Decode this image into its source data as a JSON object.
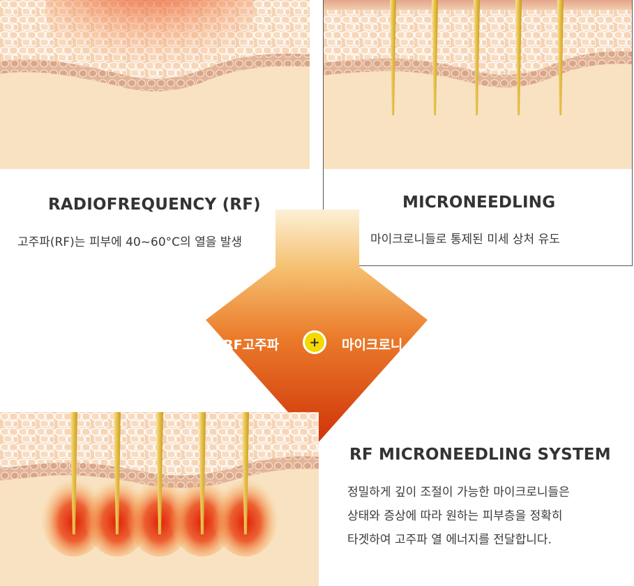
{
  "panels": {
    "rf": {
      "title": "RADIOFREQUENCY (RF)",
      "description": "고주파(RF)는 피부에 40~60°C의 열을 발생"
    },
    "microneedling": {
      "title": "MICRONEEDLING",
      "description": "마이크로니들로 통제된 미세 상처 유도"
    },
    "combined": {
      "title": "RF MICRONEEDLING SYSTEM",
      "lines": [
        "정밀하게 깊이 조절이 가능한 마이크로니들은",
        "상태와 증상에 따라 원하는 피부층을 정확히",
        "타겟하여 고주파 열 에너지를 전달합니다."
      ]
    }
  },
  "arrow": {
    "left_label": "RF고주파",
    "plus_symbol": "+",
    "right_label": "마이크로니"
  },
  "colors": {
    "skin_base": "#f8e1c0",
    "skin_cells": "#f3d0ae",
    "cell_outline": "#ffffff",
    "basal_layer": "#d9a68a",
    "heat": "#e8301a",
    "needle": "#e8c24a",
    "arrow_top": "#fbe3b0",
    "arrow_bottom": "#d63a0c",
    "plus_fill": "#f5d800"
  },
  "icons": {
    "plus": "plus-icon",
    "needle": "needle-icon"
  }
}
